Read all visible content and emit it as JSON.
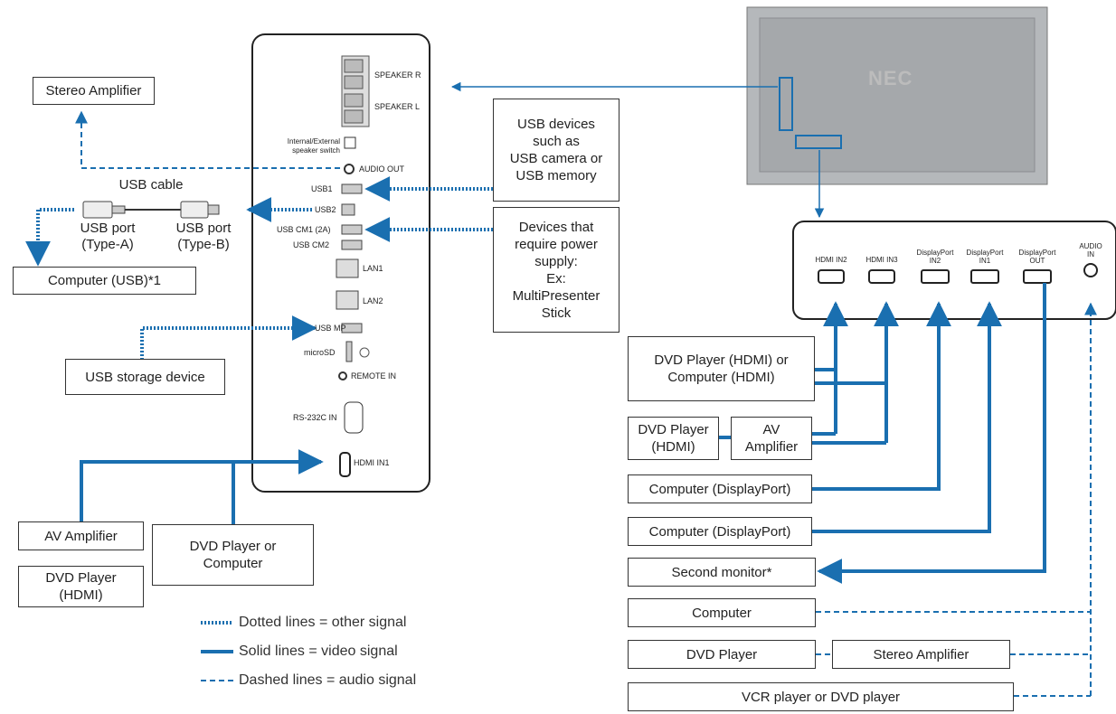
{
  "colors": {
    "signal": "#1a6fb0",
    "outline": "#333333"
  },
  "left_boxes": {
    "stereo_amplifier": "Stereo Amplifier",
    "computer_usb": "Computer (USB)*1",
    "usb_storage": "USB storage device",
    "av_amplifier": "AV Amplifier",
    "dvd_player_hdmi": "DVD Player\n(HDMI)",
    "dvd_or_computer": "DVD Player or\nComputer"
  },
  "usb_cable": {
    "title": "USB cable",
    "port_a": "USB port\n(Type-A)",
    "port_b": "USB port\n(Type-B)"
  },
  "middle_boxes": {
    "usb_devices": "USB devices\nsuch as\nUSB camera or\nUSB memory",
    "power_devices": "Devices that\nrequire power\nsupply:\nEx:\nMultiPresenter\nStick"
  },
  "panel_labels": {
    "speaker_r": "SPEAKER R",
    "speaker_l": "SPEAKER L",
    "speaker_switch": "Internal/External\nspeaker switch",
    "audio_out": "AUDIO OUT",
    "usb1": "USB1",
    "usb2": "USB2",
    "usb_cm1": "USB CM1 (2A)",
    "usb_cm2": "USB CM2",
    "lan1": "LAN1",
    "lan2": "LAN2",
    "usb_mp": "USB MP",
    "microsd": "microSD",
    "remote_in": "REMOTE IN",
    "rs232c": "RS-232C IN",
    "hdmi_in1": "HDMI IN1"
  },
  "tv_logo": "NEC",
  "right_panel": {
    "hdmi_in2": "HDMI IN2",
    "hdmi_in3": "HDMI IN3",
    "dp_in2": "DisplayPort\nIN2",
    "dp_in1": "DisplayPort\nIN1",
    "dp_out": "DisplayPort\nOUT",
    "audio_in": "AUDIO\nIN"
  },
  "right_boxes": {
    "dvd_or_computer_hdmi": "DVD Player (HDMI) or\nComputer (HDMI)",
    "dvd_player_hdmi": "DVD Player\n(HDMI)",
    "av_amplifier": "AV\nAmplifier",
    "computer_dp_1": "Computer (DisplayPort)",
    "computer_dp_2": "Computer (DisplayPort)",
    "second_monitor": "Second monitor*",
    "computer": "Computer",
    "dvd_player": "DVD Player",
    "stereo_amplifier": "Stereo Amplifier",
    "vcr_dvd": "VCR player or DVD player"
  },
  "legend": {
    "dotted": "Dotted lines = other signal",
    "solid": "Solid lines = video signal",
    "dashed": "Dashed lines = audio signal"
  }
}
